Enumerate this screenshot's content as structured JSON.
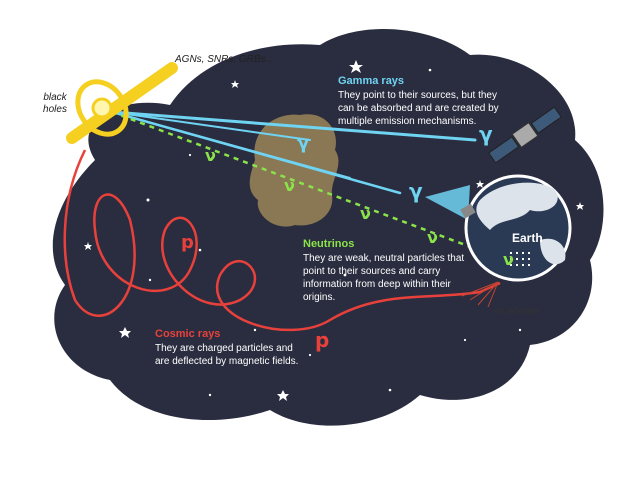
{
  "source_label": "AGNs, SNRs, GRBs...",
  "black_holes_label": "black\nholes",
  "gamma": {
    "title": "Gamma rays",
    "description": "They point to their sources, but they can be absorbed and are created by multiple emission mechanisms.",
    "symbol": "γ"
  },
  "neutrinos": {
    "title": "Neutrinos",
    "description": "They are weak, neutral particles that point to their sources and carry information from deep within their origins.",
    "symbol": "ν"
  },
  "cosmic_rays": {
    "title": "Cosmic rays",
    "description": "They are charged particles and are deflected by magnetic fields.",
    "symbol": "p"
  },
  "earth_label": "Earth",
  "air_shower_label": "air shower",
  "colors": {
    "space": "#2a2d3f",
    "gamma": "#6fd3f2",
    "neutrino": "#8be34a",
    "cosmic_ray": "#e8413c",
    "source": "#f5d020",
    "cloud": "#8a7754"
  }
}
